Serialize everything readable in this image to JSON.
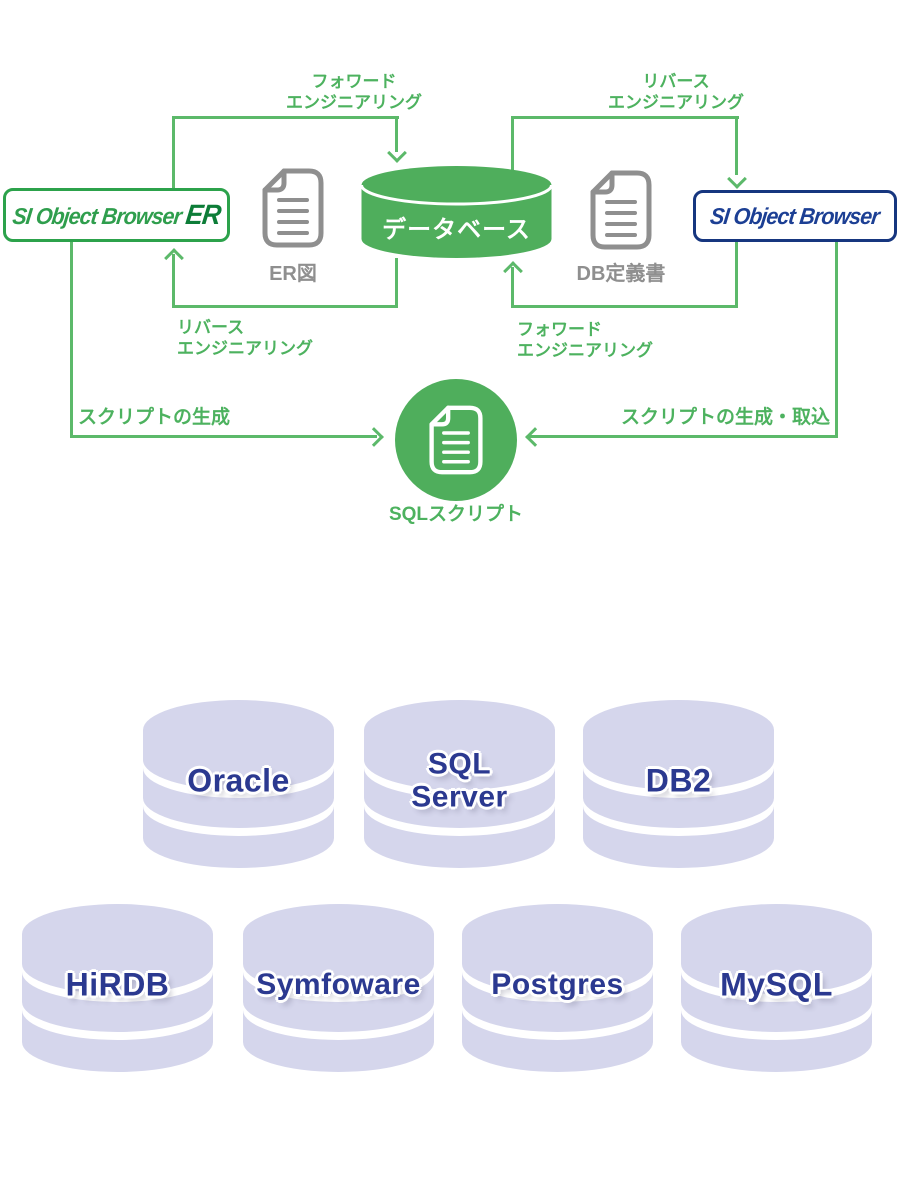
{
  "flow": {
    "labels": {
      "forward_top": [
        "フォワード",
        "エンジニアリング"
      ],
      "reverse_top": [
        "リバース",
        "エンジニアリング"
      ],
      "reverse_bottom": [
        "リバース",
        "エンジニアリング"
      ],
      "forward_bottom": [
        "フォワード",
        "エンジニアリング"
      ],
      "script_generate": "スクリプトの生成",
      "script_generate_import": "スクリプトの生成・取込",
      "sql_script": "SQLスクリプト",
      "database": "データベース",
      "er_diagram": "ER図",
      "db_definition": "DB定義書"
    },
    "products": {
      "ob_er": {
        "name": "SI Object Browser",
        "suffix": "ER"
      },
      "ob": {
        "name": "SI Object Browser"
      }
    }
  },
  "supported_databases": {
    "row1": [
      {
        "label": "Oracle"
      },
      {
        "label": "SQL Server"
      },
      {
        "label": "DB2"
      }
    ],
    "row2": [
      {
        "label": "HiRDB"
      },
      {
        "label": "Symfoware"
      },
      {
        "label": "Postgres"
      },
      {
        "label": "MySQL"
      }
    ]
  },
  "colors": {
    "green_fill": "#4fae5c",
    "green_line": "#5cb96a",
    "green_text": "#4db25f",
    "navy_label": "#2b3990",
    "lavender_cylinder": "#d5d6ec",
    "logo_green": "#2f9e4d",
    "logo_green_dark": "#0d7d38",
    "logo_blue": "#1c3f94",
    "icon_gray": "#8f8f8f"
  }
}
